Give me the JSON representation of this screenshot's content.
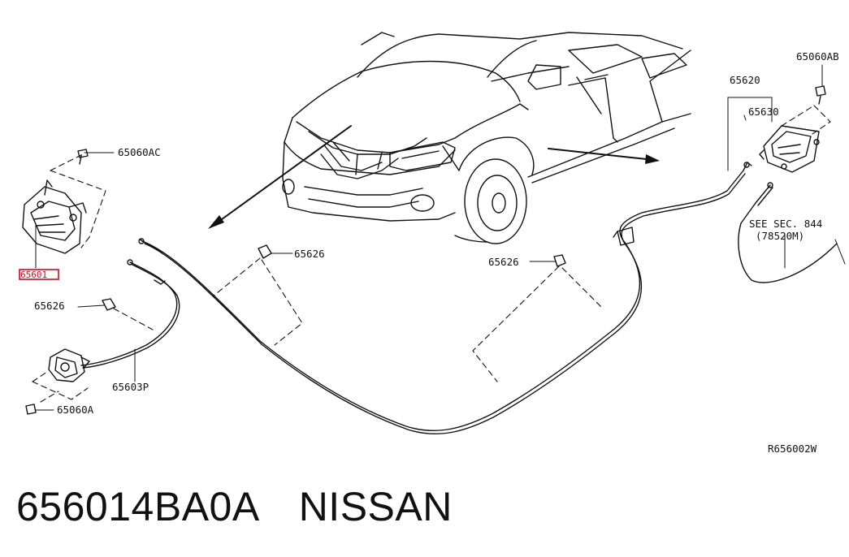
{
  "callouts": {
    "bolt_top_right": "65060AB",
    "cable_assy": "65620",
    "release_handle": "65630",
    "bolt_left_top": "65060AC",
    "hood_lock_highlight": "65601",
    "clip_center_left": "65626",
    "clip_center_right": "65626",
    "clip_left": "65626",
    "secondary_cable": "65603P",
    "bolt_left_bottom": "65060A",
    "see_sec_line1": "SEE SEC. 844",
    "see_sec_line2": "(78520M)",
    "drawing_ref": "R656002W"
  },
  "caption": {
    "part_number": "656014BA0A",
    "brand": "NISSAN"
  },
  "colors": {
    "highlight": "#e0001b",
    "ink": "#111111"
  }
}
